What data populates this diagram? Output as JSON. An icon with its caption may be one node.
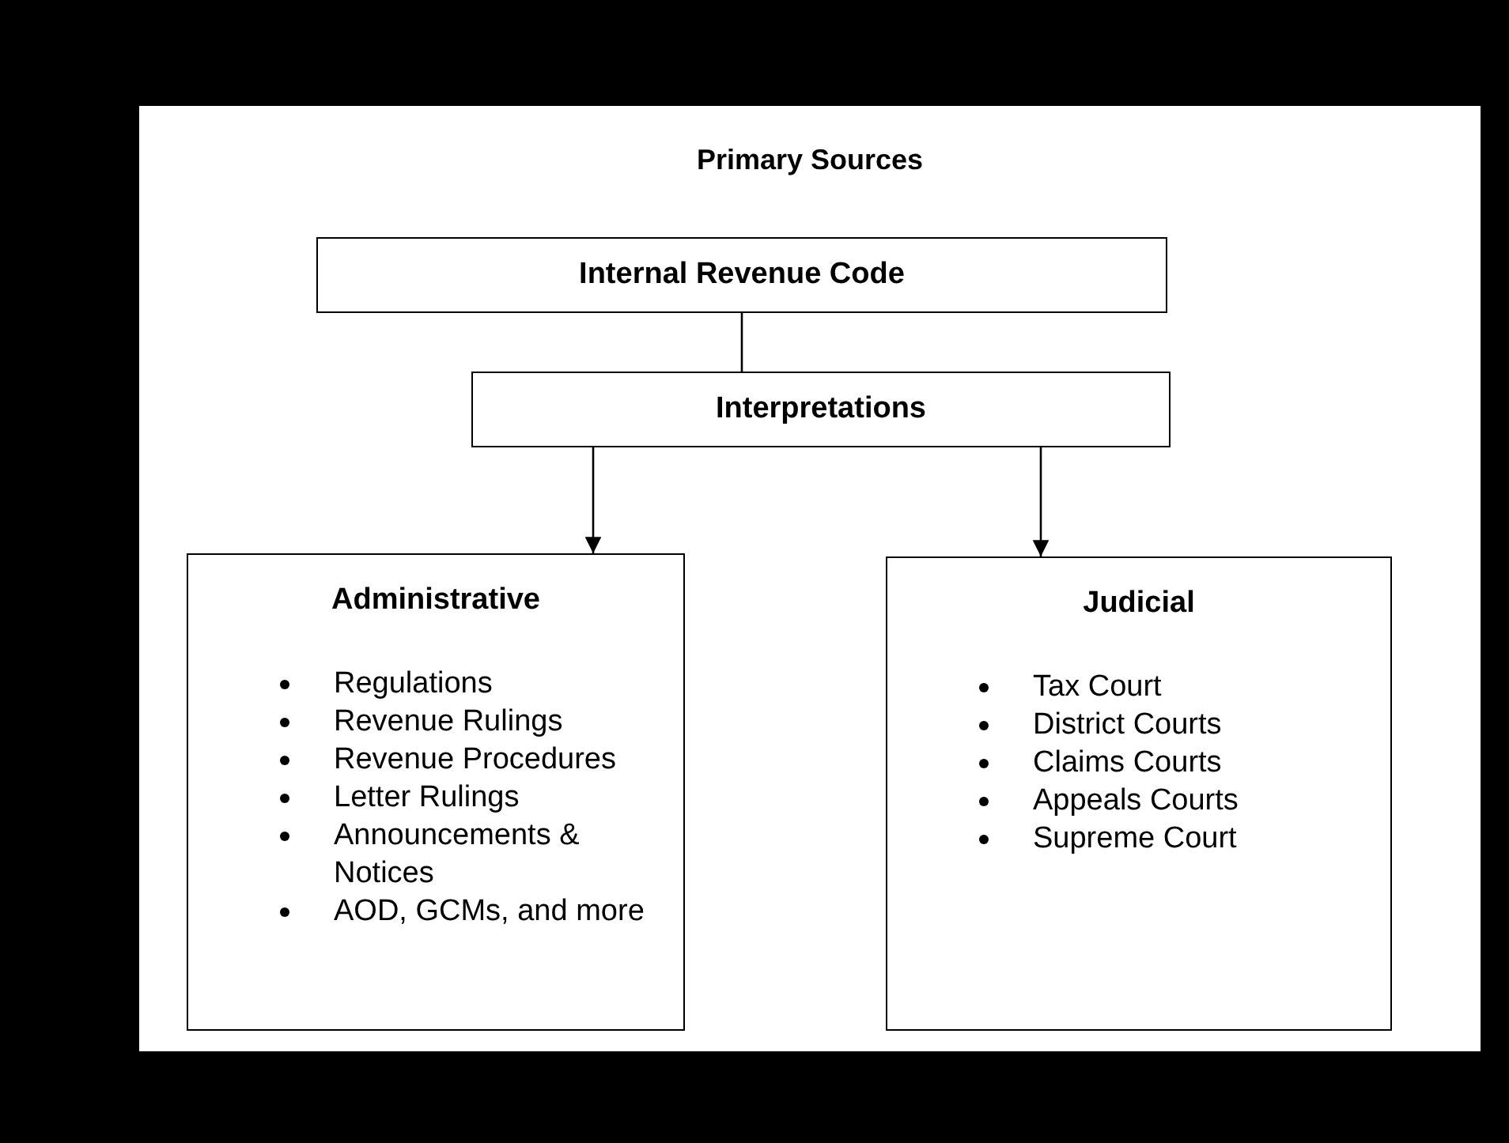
{
  "diagram": {
    "title": "Primary Sources",
    "nodes": [
      {
        "text": [
          "Internal Revenue Code"
        ]
      },
      {
        "text": [
          "Interpretations"
        ]
      },
      {
        "text": [
          "Administrative",
          "Regulations",
          "Revenue Rulings",
          "Revenue Procedures",
          "Letter Rulings",
          "Announcements & Notices",
          "AOD, GCMs, and more"
        ]
      },
      {
        "text": [
          "Judicial",
          "Tax Court",
          "District Courts",
          "Claims Courts",
          "Appeals Courts",
          "Supreme Court"
        ]
      }
    ],
    "edges": [
      {
        "from": 0,
        "to": 1,
        "arrow": "none"
      },
      {
        "from": 1,
        "to": 2,
        "arrow": "to"
      },
      {
        "from": 1,
        "to": 3,
        "arrow": "to"
      }
    ]
  }
}
